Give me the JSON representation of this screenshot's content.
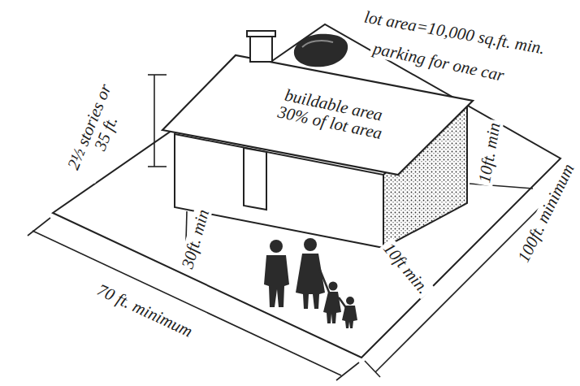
{
  "diagram": {
    "labels": [
      "lot area=10,000 sq.ft. min.",
      "parking for one car",
      "buildable area 30% of lot area",
      "2½ stories or 35 ft.",
      "10ft. min",
      "30ft. min",
      "10ft min.",
      "70 ft. minimum",
      "100ft. minimum"
    ]
  }
}
